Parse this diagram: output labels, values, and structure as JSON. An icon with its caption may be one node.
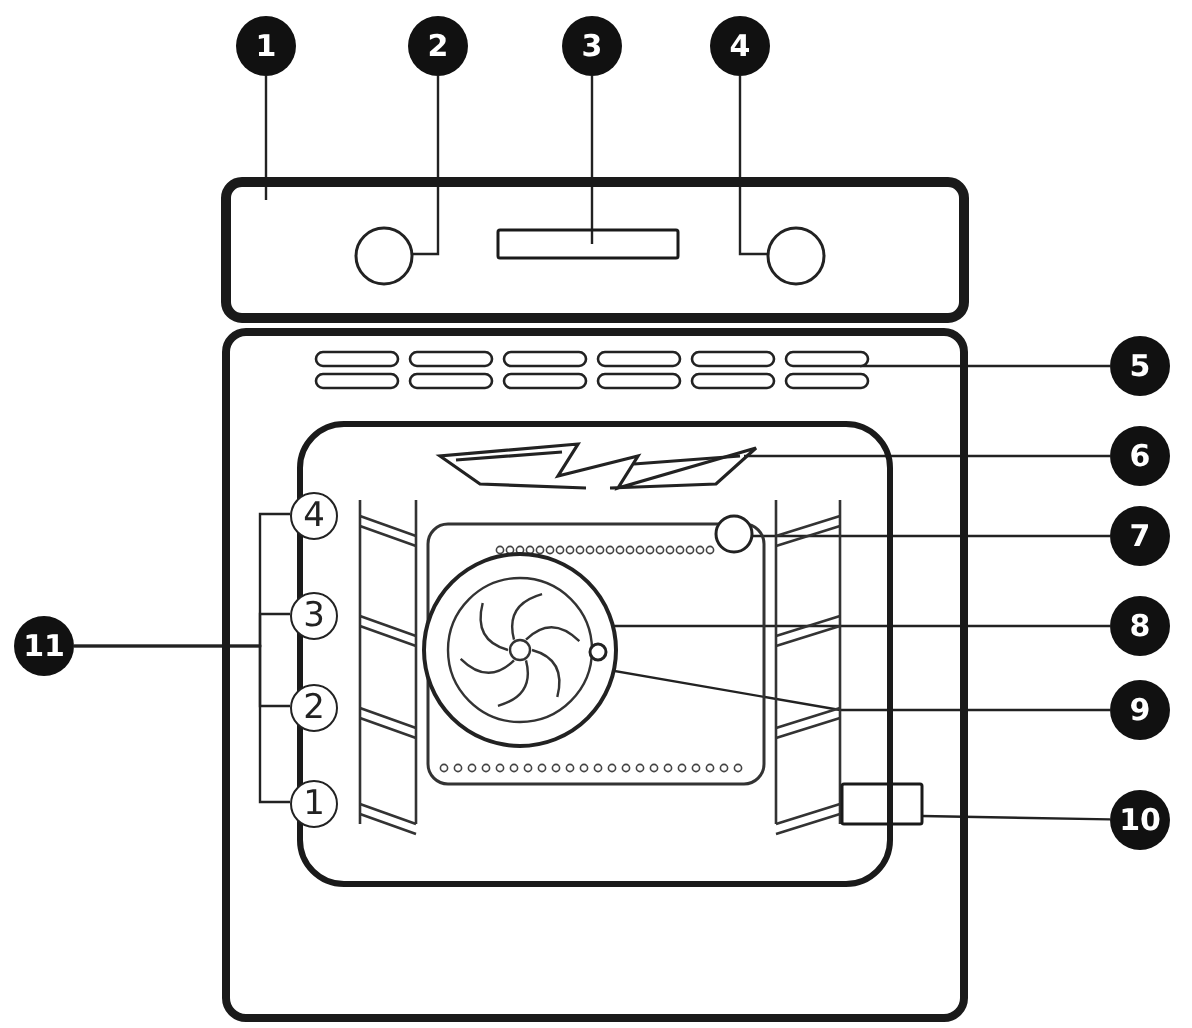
{
  "diagram": {
    "nodes": [
      {
        "text": [
          "1"
        ]
      },
      {
        "text": [
          "2"
        ]
      },
      {
        "text": [
          "3"
        ]
      },
      {
        "text": [
          "4"
        ]
      },
      {
        "text": [
          "5"
        ]
      },
      {
        "text": [
          "6"
        ]
      },
      {
        "text": [
          "7"
        ]
      },
      {
        "text": [
          "8"
        ]
      },
      {
        "text": [
          "9"
        ]
      },
      {
        "text": [
          "10"
        ]
      },
      {
        "text": [
          "11"
        ]
      },
      {
        "text": [
          "4"
        ]
      },
      {
        "text": [
          "3"
        ]
      },
      {
        "text": [
          "2"
        ]
      },
      {
        "text": [
          "1"
        ]
      },
      {
        "text": [],
        "shape": "box"
      },
      {
        "text": [],
        "shape": "circle",
        "in": 15
      },
      {
        "text": [],
        "shape": "box",
        "in": 15
      },
      {
        "text": [],
        "shape": "circle",
        "in": 15
      },
      {
        "text": [],
        "shape": "bar"
      },
      {
        "text": [],
        "shape": "picture"
      },
      {
        "text": [],
        "shape": "circle"
      },
      {
        "text": [],
        "shape": "circle"
      },
      {
        "text": [],
        "shape": "circle",
        "in": 22
      },
      {
        "text": [],
        "shape": "box"
      }
    ],
    "edges": [
      {
        "from": 0,
        "to": 15,
        "arrow": "none"
      },
      {
        "from": 1,
        "to": 16,
        "arrow": "none"
      },
      {
        "from": 2,
        "to": 17,
        "arrow": "none"
      },
      {
        "from": 3,
        "to": 18,
        "arrow": "none"
      },
      {
        "from": 4,
        "to": 19,
        "arrow": "none"
      },
      {
        "from": 5,
        "to": 20,
        "arrow": "none"
      },
      {
        "from": 6,
        "to": 21,
        "arrow": "none"
      },
      {
        "from": 7,
        "to": 22,
        "arrow": "none"
      },
      {
        "from": 8,
        "to": 23,
        "arrow": "none"
      },
      {
        "from": 9,
        "to": 24,
        "arrow": "none"
      },
      {
        "from": 10,
        "to": 11,
        "arrow": "none"
      },
      {
        "from": 10,
        "to": 12,
        "arrow": "none"
      },
      {
        "from": 10,
        "to": 13,
        "arrow": "none"
      },
      {
        "from": 10,
        "to": 14,
        "arrow": "none"
      }
    ]
  }
}
